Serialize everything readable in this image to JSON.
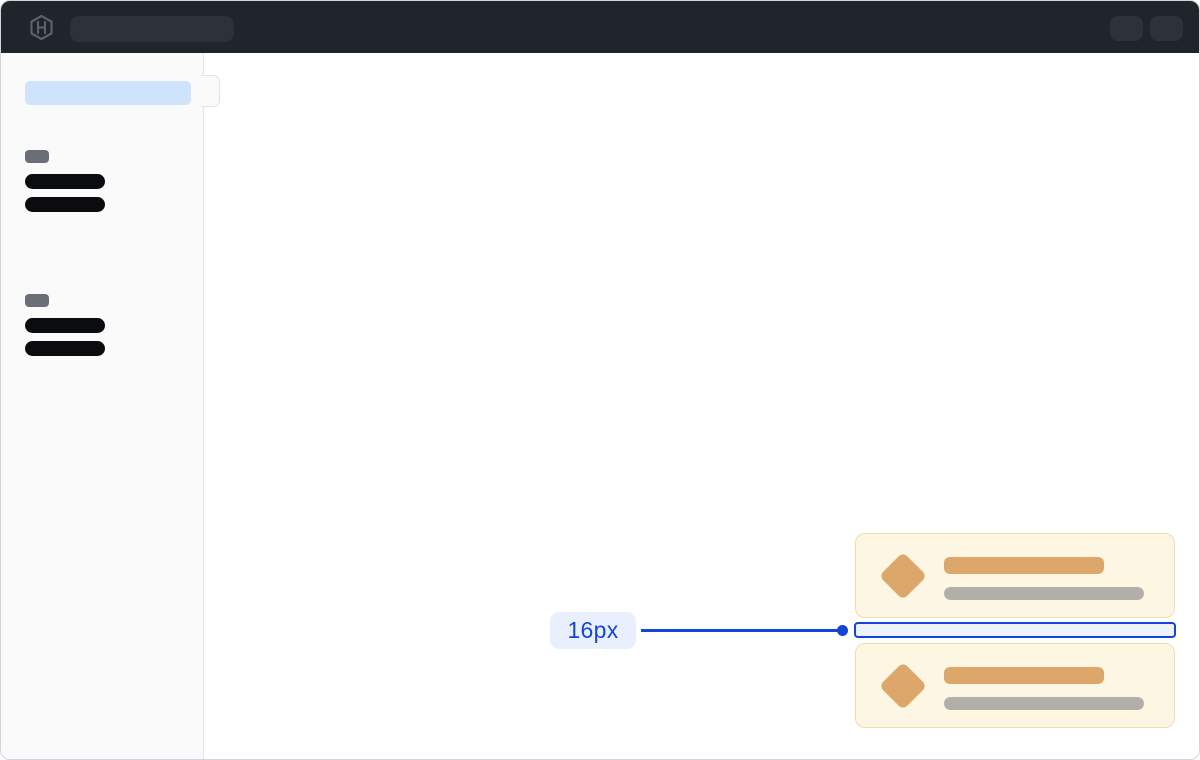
{
  "annotation": {
    "spacing_label": "16px"
  },
  "topbar": {
    "logo_icon": "hashicorp-logo",
    "skeleton_elements": [
      "search-bar",
      "nav-action-1",
      "nav-action-2"
    ]
  },
  "sidebar": {
    "active_item_skeleton": true,
    "sections": [
      {
        "badge_skeleton": true,
        "item_skeletons": 2
      },
      {
        "badge_skeleton": true,
        "item_skeletons": 2
      }
    ]
  },
  "cards": {
    "count": 2,
    "icon": "diamond-icon",
    "title_skeleton": true,
    "subtitle_skeleton": true
  },
  "colors": {
    "accent-blue": "#1544d8",
    "annotation-text": "#1347d4",
    "annotation-label-bg": "#e9effc",
    "spacer-fill": "#edf2fd",
    "topbar-bg": "#20242b",
    "topbar-pill": "#2c313a",
    "logo-gray": "#5d636c",
    "sidebar-bg": "#fafafa",
    "sidebar-border": "#e4e6e9",
    "active-item": "#cfe3fc",
    "badge-gray": "#6a6f77",
    "item-black": "#0a0c10",
    "card-bg": "#fdf6e2",
    "card-border": "#f0ddae",
    "card-orange": "#dda66a",
    "card-gray-bar": "#b2afa9",
    "window-border": "#d2d4d9"
  }
}
